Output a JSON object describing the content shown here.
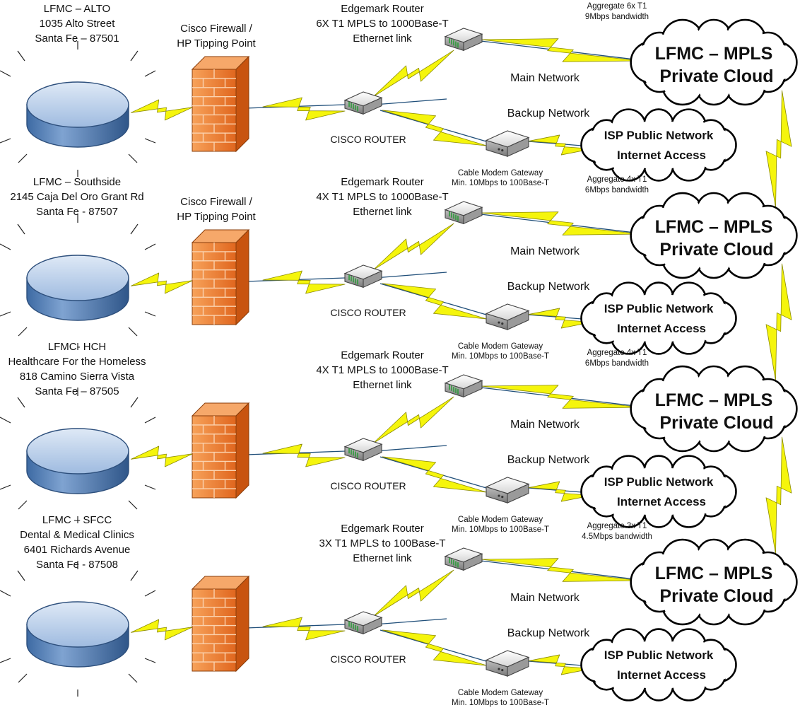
{
  "sites": [
    {
      "name": "LFMC – ALTO",
      "address_lines": [
        "1035 Alto Street",
        "Santa Fe – 87501"
      ],
      "firewall_lines": [
        "Cisco Firewall /",
        "HP Tipping Point"
      ],
      "edge_router_lines": [
        "Edgemark Router",
        "6X T1 MPLS to 1000Base-T",
        "Ethernet link"
      ],
      "aggregate_lines": [
        "Aggregate 6x T1",
        "9Mbps bandwidth"
      ],
      "main_network": "Main Network",
      "backup_network": "Backup Network",
      "cisco_router": "CISCO ROUTER",
      "cloud_mpls": [
        "LFMC – MPLS",
        "Private Cloud"
      ],
      "cloud_isp": [
        "ISP Public Network",
        "Internet Access"
      ],
      "modem_lines": [
        "Cable Modem Gateway",
        "Min. 10Mbps to 100Base-T"
      ]
    },
    {
      "name": "LFMC – Southside",
      "address_lines": [
        "2145 Caja Del Oro Grant Rd",
        "Santa Fe - 87507"
      ],
      "firewall_lines": [
        "Cisco Firewall /",
        "HP Tipping Point"
      ],
      "edge_router_lines": [
        "Edgemark Router",
        "4X T1 MPLS to 1000Base-T",
        "Ethernet link"
      ],
      "aggregate_lines": [
        "Aggregate 4x T1",
        "6Mbps bandwidth"
      ],
      "main_network": "Main Network",
      "backup_network": "Backup Network",
      "cisco_router": "CISCO ROUTER",
      "cloud_mpls": [
        "LFMC – MPLS",
        "Private Cloud"
      ],
      "cloud_isp": [
        "ISP Public Network",
        "Internet Access"
      ],
      "modem_lines": [
        "Cable Modem Gateway",
        "Min. 10Mbps to 100Base-T"
      ]
    },
    {
      "name": "LFMC- HCH",
      "address_lines": [
        "Healthcare For the Homeless",
        "818 Camino Sierra Vista",
        "Santa Fe – 87505"
      ],
      "firewall_lines": [],
      "edge_router_lines": [
        "Edgemark Router",
        "4X T1 MPLS to 1000Base-T",
        "Ethernet link"
      ],
      "aggregate_lines": [
        "Aggregate 4x T1",
        "6Mbps bandwidth"
      ],
      "main_network": "Main Network",
      "backup_network": "Backup Network",
      "cisco_router": "CISCO ROUTER",
      "cloud_mpls": [
        "LFMC – MPLS",
        "Private Cloud"
      ],
      "cloud_isp": [
        "ISP Public Network",
        "Internet Access"
      ],
      "modem_lines": [
        "Cable Modem Gateway",
        "Min. 10Mbps to 100Base-T"
      ]
    },
    {
      "name": "LFMC – SFCC",
      "address_lines": [
        "Dental & Medical Clinics",
        "6401 Richards Avenue",
        "Santa Fe - 87508"
      ],
      "firewall_lines": [],
      "edge_router_lines": [
        "Edgemark Router",
        "3X T1 MPLS to 100Base-T",
        "Ethernet link"
      ],
      "aggregate_lines": [
        "Aggregate 3x T1",
        "4.5Mbps bandwidth"
      ],
      "main_network": "Main Network",
      "backup_network": "Backup Network",
      "cisco_router": "CISCO ROUTER",
      "cloud_mpls": [
        "LFMC – MPLS",
        "Private Cloud"
      ],
      "cloud_isp": [
        "ISP Public Network",
        "Internet Access"
      ],
      "modem_lines": [
        "Cable Modem Gateway",
        "Min. 10Mbps to 100Base-T"
      ]
    }
  ],
  "colors": {
    "site_fill_top": "#c9d9ef",
    "site_fill_bottom": "#5b84b8",
    "firewall": "#f0782a",
    "bolt": "#f5f50c",
    "link": "#1f4e79"
  },
  "icons": [
    "site-disk-icon",
    "firewall-icon",
    "cisco-router-icon",
    "edge-router-icon",
    "cable-modem-icon",
    "cloud-icon",
    "lightning-link-icon"
  ]
}
